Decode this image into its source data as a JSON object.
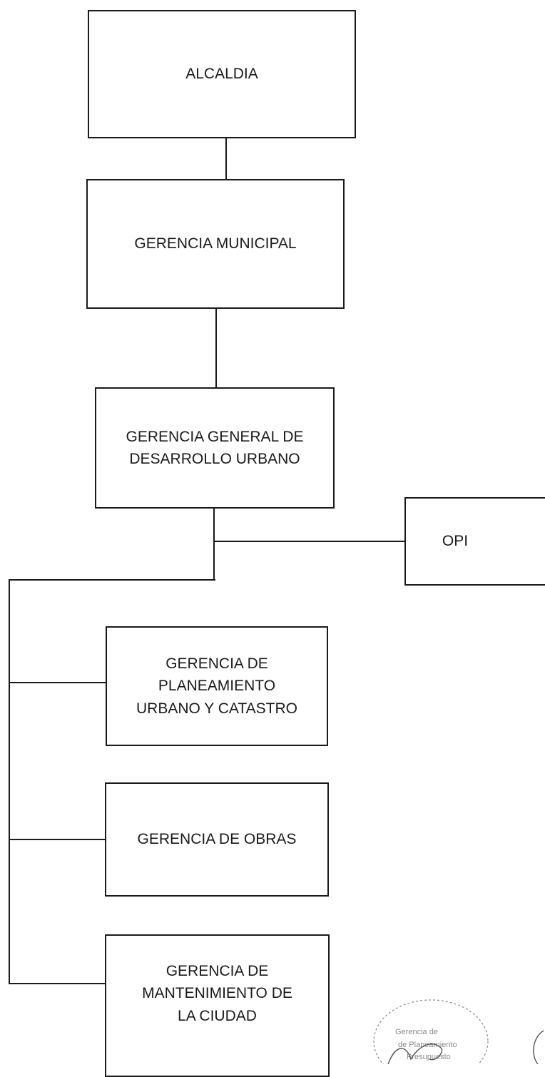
{
  "org_chart": {
    "alcaldia": {
      "label": "ALCALDIA"
    },
    "gerencia_municipal": {
      "label": "GERENCIA MUNICIPAL"
    },
    "gerencia_general": {
      "line1": "GERENCIA GENERAL DE",
      "line2": "DESARROLLO URBANO"
    },
    "opi": {
      "label": "OPI"
    },
    "gerencia_planeamiento": {
      "line1": "GERENCIA DE",
      "line2": "PLANEAMIENTO",
      "line3": "URBANO Y CATASTRO"
    },
    "gerencia_obras": {
      "label": "GERENCIA DE OBRAS"
    },
    "gerencia_mantenimiento": {
      "line1": "GERENCIA DE",
      "line2": "MANTENIMIENTO DE",
      "line3": "LA CIUDAD"
    }
  },
  "stamp": {
    "text_line1": "Gerencia de",
    "text_line2": "de Planeamiento",
    "text_line3": "Presupuesto"
  },
  "colors": {
    "line": "#1a1a1a",
    "background": "#ffffff"
  }
}
